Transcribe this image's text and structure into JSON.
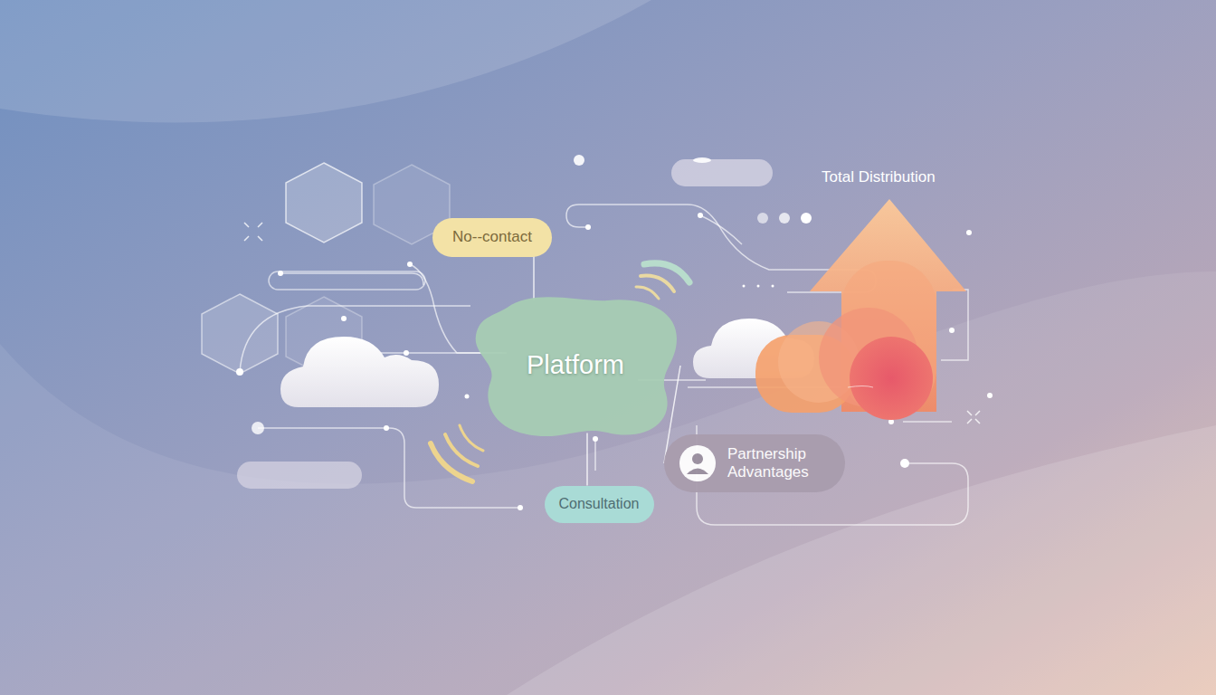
{
  "diagram": {
    "nodes": [
      {
        "text": [
          "No--contact"
        ]
      },
      {
        "text": [
          "Platform"
        ]
      },
      {
        "text": [
          "Partnership Advantages"
        ]
      },
      {
        "text": [
          "Consultation"
        ]
      }
    ],
    "edges": [
      {
        "from": 0,
        "to": 1,
        "arrow": "none"
      },
      {
        "from": 1,
        "to": 2,
        "arrow": "none"
      },
      {
        "from": 1,
        "to": 3,
        "arrow": "none"
      }
    ],
    "labels": [
      "Total Distribution"
    ]
  }
}
